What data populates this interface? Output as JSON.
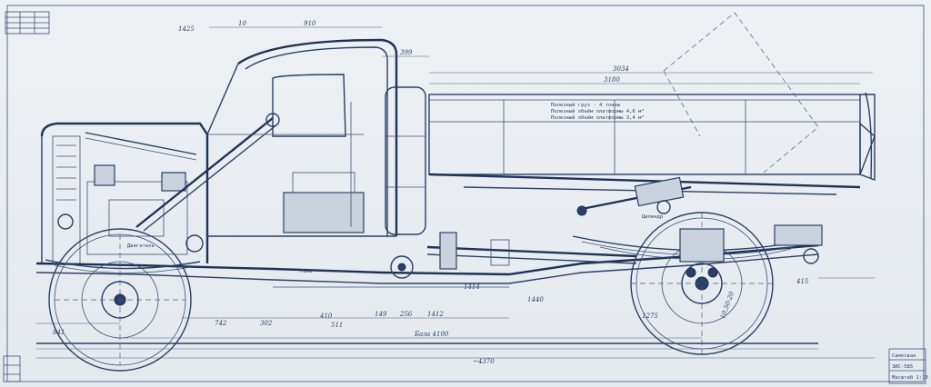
{
  "drawing": {
    "dimensions": {
      "overall_length": "~4370",
      "wheelbase": "База 4100",
      "body_length": "3034",
      "body_inner": "3180",
      "cab_width": "1425",
      "top_a": "10",
      "top_b": "910",
      "cab_gap": "399",
      "rear_overhang": "415",
      "front_overhang": "841",
      "d1": "742",
      "d2": "302",
      "d3": "511",
      "d4": "410",
      "d5": "149",
      "d6": "256",
      "d7": "1412",
      "d8": "1275",
      "d9": "1440",
      "d10": "1414",
      "tire": "10,50-20"
    },
    "notes": {
      "note1": "Полезный груз - 4 тонны",
      "note2": "Полезный объём платформы 4,6 м³",
      "note3": "Полезный объём платформы 3,4 м³"
    },
    "labels": {
      "engine_label": "Двигатель",
      "frame_label": "Рама",
      "cyl_label": "Цилиндр"
    },
    "title_block": {
      "line1": "Самосвал",
      "line2": "ЗИС-585",
      "line3": "Масштаб 1:10"
    }
  }
}
